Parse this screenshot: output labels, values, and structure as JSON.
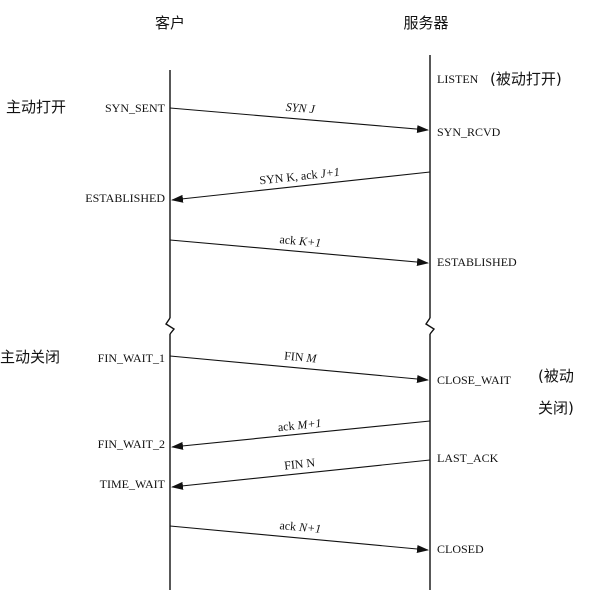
{
  "header": {
    "client": "客户",
    "server": "服务器"
  },
  "client": {
    "active_open": "主动打开",
    "active_close": "主动关闭",
    "syn_sent": "SYN_SENT",
    "established": "ESTABLISHED",
    "fin_wait_1": "FIN_WAIT_1",
    "fin_wait_2": "FIN_WAIT_2",
    "time_wait": "TIME_WAIT"
  },
  "server": {
    "listen": "LISTEN",
    "passive_open": "(被动打开)",
    "syn_rcvd": "SYN_RCVD",
    "established": "ESTABLISHED",
    "close_wait": "CLOSE_WAIT",
    "passive_close_1": "(被动",
    "passive_close_2": "关闭)",
    "last_ack": "LAST_ACK",
    "closed": "CLOSED"
  },
  "messages": {
    "syn_j": {
      "a": "SYN ",
      "b": "J"
    },
    "syn_k_ack": {
      "a": "SYN K, ack ",
      "b": "J+1"
    },
    "ack_k": {
      "a": "ack ",
      "b": "K+1"
    },
    "fin_m": {
      "a": "FIN ",
      "b": "M"
    },
    "ack_m": {
      "a": "ack ",
      "b": "M+1"
    },
    "fin_n": {
      "a": "FIN N",
      "b": ""
    },
    "ack_n": {
      "a": "ack ",
      "b": "N+1"
    }
  }
}
